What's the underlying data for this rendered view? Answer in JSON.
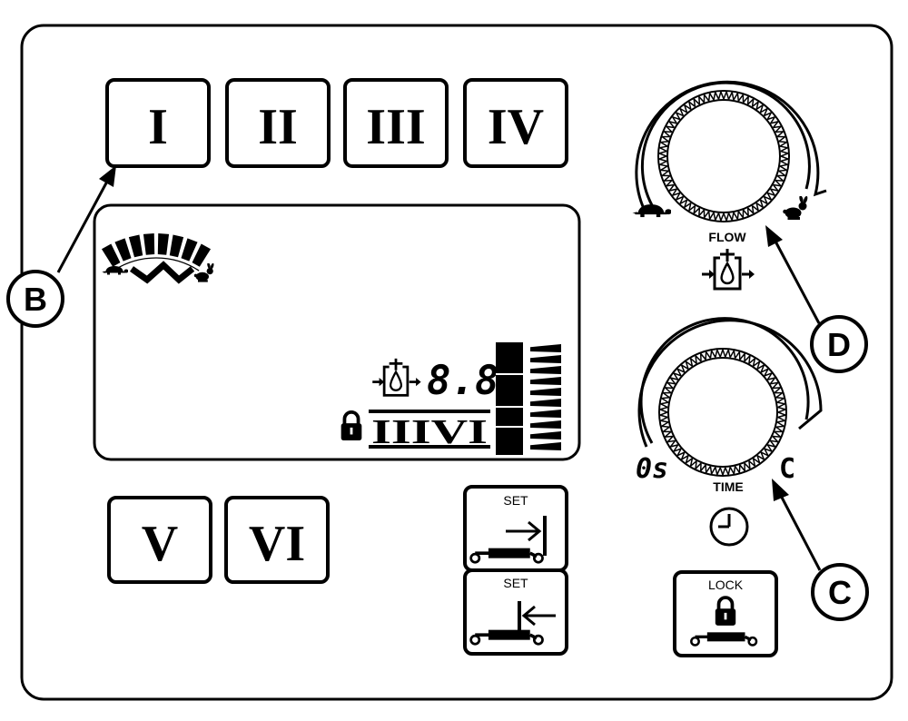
{
  "buttons": {
    "b1": "I",
    "b2": "II",
    "b3": "III",
    "b4": "IV",
    "b5": "V",
    "b6": "VI",
    "set_advance": "SET",
    "set_retract": "SET",
    "lock": "LOCK"
  },
  "display": {
    "readout": "8.8",
    "program": "IIIVI",
    "speed_bar_segments": 8,
    "level_bar_segments": 10
  },
  "dials": {
    "flow_label": "FLOW",
    "time_label": "TIME",
    "time_min": "0s",
    "time_max": "C"
  },
  "callouts": {
    "b": "B",
    "c": "C",
    "d": "D"
  },
  "icons": [
    "turtle-icon",
    "rabbit-icon",
    "wave-icon",
    "droplet-flow-icon",
    "padlock-icon",
    "clock-icon",
    "arrow-to-bar-icon",
    "arrow-from-bar-icon",
    "cylinder-icon",
    "knurled-knob-icon"
  ]
}
